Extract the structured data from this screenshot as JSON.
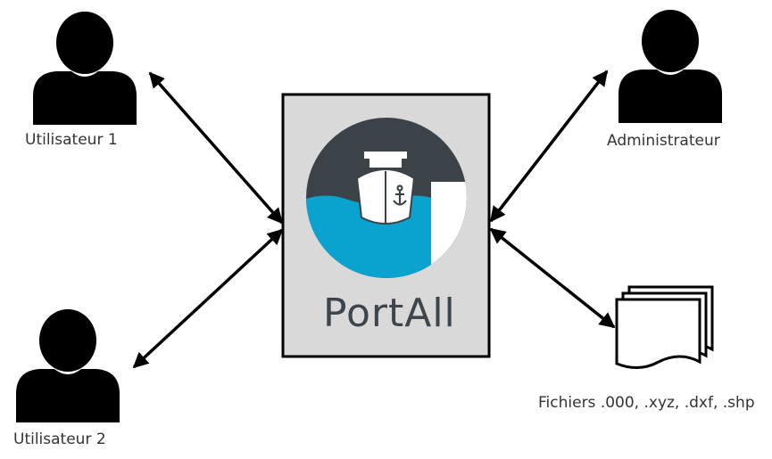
{
  "nodes": {
    "user1": {
      "label": "Utilisateur 1",
      "icon": "person-icon"
    },
    "user2": {
      "label": "Utilisateur 2",
      "icon": "person-icon"
    },
    "admin": {
      "label": "Administrateur",
      "icon": "person-icon"
    },
    "files": {
      "label": "Fichiers .000, .xyz, .dxf, .shp",
      "icon": "stacked-documents-icon"
    }
  },
  "center": {
    "name": "PortAll",
    "logo_icon": "ship-anchor-logo-icon"
  },
  "colors": {
    "person": "#000000",
    "arrow": "#000000",
    "box_fill": "#d9d9d9",
    "box_border": "#000000",
    "logo_dark": "#3b4348",
    "logo_water": "#0aa3d0",
    "logo_text": "#3d464c"
  },
  "connections": [
    {
      "from": "user1",
      "to": "center",
      "direction": "bidirectional"
    },
    {
      "from": "user2",
      "to": "center",
      "direction": "bidirectional"
    },
    {
      "from": "admin",
      "to": "center",
      "direction": "bidirectional"
    },
    {
      "from": "files",
      "to": "center",
      "direction": "bidirectional"
    }
  ]
}
